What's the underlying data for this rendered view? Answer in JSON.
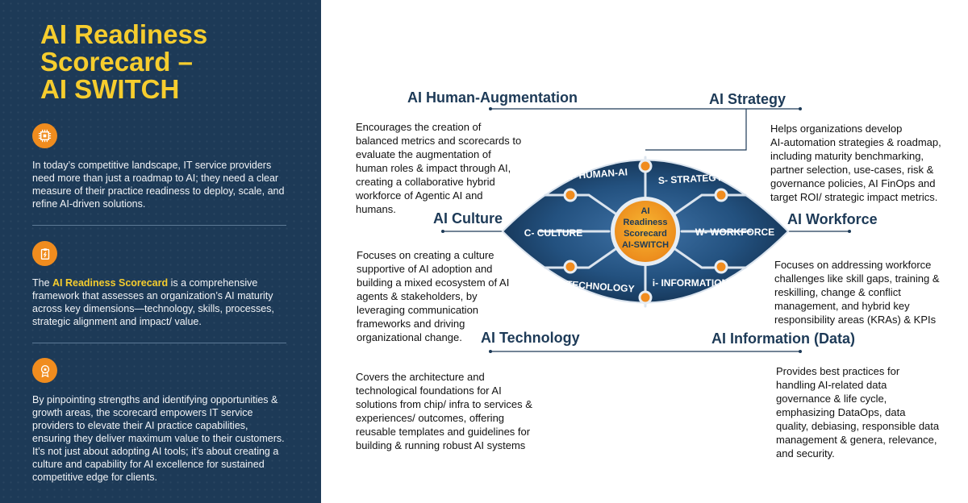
{
  "sidebar": {
    "title": "AI Readiness\nScorecard –\nAI SWITCH",
    "intro": "In today’s competitive landscape, IT service providers need more than just a roadmap to AI; they need a clear measure of their practice readiness to deploy, scale, and refine AI-driven solutions.",
    "definition": {
      "prefix": "The ",
      "highlight": "AI Readiness Scorecard",
      "suffix": " is a comprehensive framework that assesses an organization’s AI maturity across key dimensions—technology, skills, processes, strategic alignment and impact/ value."
    },
    "benefits": "By pinpointing strengths and identifying opportunities & growth areas, the scorecard empowers IT service providers to elevate their AI practice capabilities, ensuring they deliver maximum value to their customers. It’s not just about adopting AI tools; it’s about creating a culture and capability for AI excellence for sustained competitive edge for clients.",
    "icons": [
      "cpu-chip-icon",
      "clipboard-icon",
      "award-badge-icon"
    ]
  },
  "center": {
    "line1": "AI",
    "line2": "Readiness",
    "line3": "Scorecard",
    "line4": "AI-SWITCH"
  },
  "segments": {
    "human": "H- HUMAN-AI",
    "strategy": "S- STRATEGY",
    "culture": "C- CULTURE",
    "workforce": "W- WORKFORCE",
    "technology": "T- TECHNOLOGY",
    "information": "i- INFORMATION"
  },
  "dimensions": {
    "human": {
      "title": "AI Human-Augmentation",
      "desc": "  Encourages the creation of\nbalanced metrics and scorecards to\nevaluate the augmentation of\nhuman roles & impact through AI,\ncreating a collaborative hybrid\nworkforce of  Agentic AI and\nhumans."
    },
    "strategy": {
      "title": "AI Strategy",
      "desc": "  Helps organizations develop\nAI-automation strategies & roadmap,\nincluding maturity benchmarking,\npartner selection, use-cases, risk &\ngovernance policies, AI FinOps and\ntarget ROI/ strategic impact metrics."
    },
    "culture": {
      "title": "AI Culture",
      "desc": "  Focuses on creating a culture\nsupportive of AI adoption and\nbuilding a mixed ecosystem of AI\nagents & stakeholders, by\nleveraging communication\nframeworks and driving\norganizational change."
    },
    "workforce": {
      "title": "AI Workforce",
      "desc": "Focuses on addressing workforce\nchallenges like skill gaps, training &\nreskilling, change & conflict\nmanagement, and hybrid key\nresponsibility areas (KRAs) & KPIs"
    },
    "technology": {
      "title": "AI Technology",
      "desc": "  Covers the architecture and\ntechnological foundations for AI\nsolutions from chip/ infra to services &\nexperiences/ outcomes, offering\nreusable templates and guidelines for\nbuilding & running robust AI systems"
    },
    "information": {
      "title": "AI Information (Data)",
      "desc": " Provides best practices for\nhandling AI-related data\ngovernance & life cycle,\nemphasizing DataOps, data\nquality, debiasing, responsible data\nmanagement & genera, relevance,\nand security."
    }
  },
  "colors": {
    "sidebar_bg": "#1d3a57",
    "accent_yellow": "#f6cd2e",
    "accent_orange": "#f08c1e",
    "navy": "#1d3a57"
  }
}
